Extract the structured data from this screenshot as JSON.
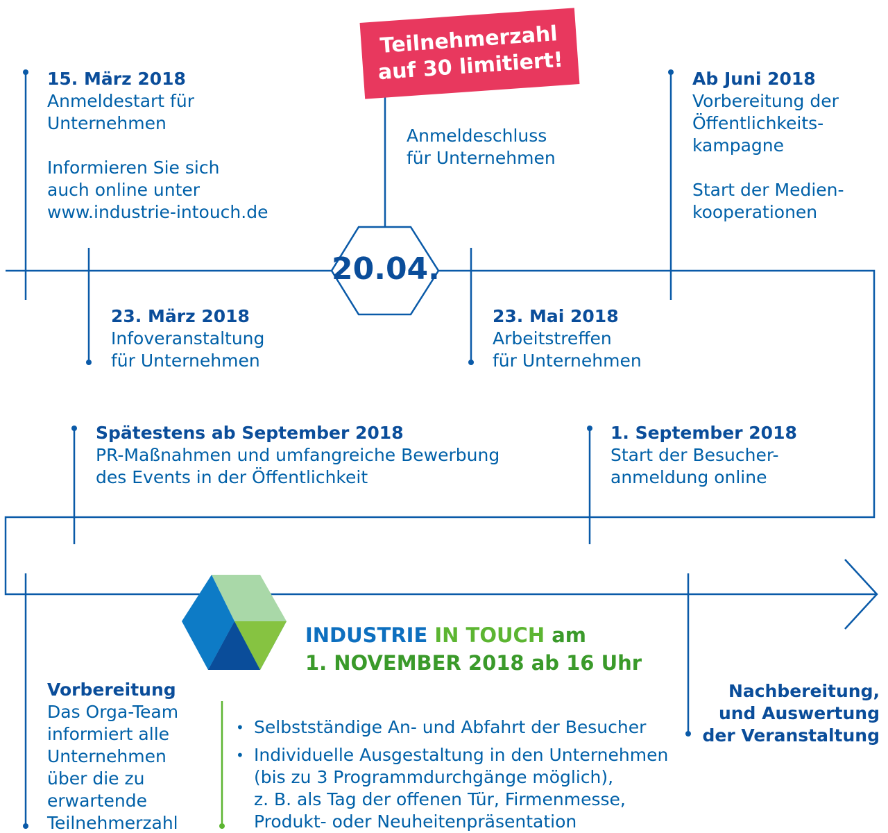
{
  "badge": {
    "line1": "Teilnehmerzahl",
    "line2": "auf 30 limitiert!"
  },
  "hexagon_date": "20.04.",
  "milestones": {
    "m1": {
      "date": "15. März 2018",
      "lines": [
        "Anmeldestart für",
        "Unternehmen"
      ],
      "extra": [
        "Informieren Sie sich",
        "auch online unter",
        "www.industrie-intouch.de"
      ]
    },
    "m2": {
      "date": "23. März 2018",
      "lines": [
        "Infoveranstaltung",
        "für Unternehmen"
      ]
    },
    "m3": {
      "lines": [
        "Anmeldeschluss",
        "für Unternehmen"
      ]
    },
    "m4": {
      "date": "23. Mai 2018",
      "lines": [
        "Arbeitstreffen",
        "für Unternehmen"
      ]
    },
    "m5": {
      "date": "Ab Juni 2018",
      "lines": [
        "Vorbereitung der",
        "Öffentlichkeits-",
        "kampagne"
      ],
      "extra": [
        "Start der Medien-",
        "kooperationen"
      ]
    },
    "m6": {
      "date": "Spätestens ab September 2018",
      "lines": [
        "PR-Maßnahmen und umfangreiche Bewerbung",
        "des Events in der Öffentlichkeit"
      ]
    },
    "m7": {
      "date": "1. September 2018",
      "lines": [
        "Start der Besucher-",
        "anmeldung online"
      ]
    },
    "m8": {
      "date": "Vorbereitung",
      "lines": [
        "Das Orga-Team",
        "informiert alle",
        "Unternehmen",
        "über die zu",
        "erwartende",
        "Teilnehmerzahl"
      ]
    }
  },
  "event": {
    "word1": "INDUSTRIE",
    "word2": "IN TOUCH",
    "word3": "am",
    "date": "1. NOVEMBER 2018 ab 16 Uhr"
  },
  "bullets": [
    {
      "lines": [
        "Selbstständige An- und Abfahrt der Besucher"
      ]
    },
    {
      "lines": [
        "Individuelle Ausgestaltung in den Unternehmen",
        "(bis zu 3 Programmdurchgänge möglich),",
        "z. B. als Tag der offenen Tür, Firmenmesse,",
        "Produkt- oder Neuheitenpräsentation"
      ]
    }
  ],
  "closing": {
    "lines": [
      "Nachbereitung,",
      "und Auswertung",
      "der Veranstaltung"
    ]
  },
  "colors": {
    "line_blue": "#0a5aa8",
    "text_blue": "#0060a8",
    "badge_pink": "#e8385e",
    "green": "#5cb531",
    "dark_green": "#3a9a2a"
  }
}
